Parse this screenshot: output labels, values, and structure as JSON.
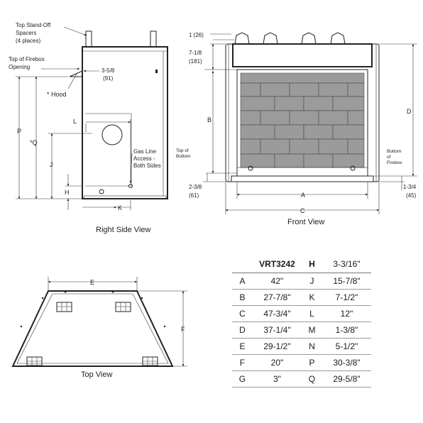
{
  "side_view": {
    "caption": "Right Side View",
    "labels": {
      "standoff": [
        "Top Stand-Off",
        "Spacers",
        "(4 places)"
      ],
      "firebox_top": [
        "Top of Firebox",
        "Opening"
      ],
      "hood": "* Hood",
      "dim_35_8": [
        "3-5/8",
        "(91)"
      ],
      "gas_line": [
        "Gas Line",
        "Access -",
        "Both Sides"
      ],
      "P": "P",
      "Q": "*Q",
      "J": "J",
      "H": "H",
      "L": "L",
      "K": "K"
    }
  },
  "front_view": {
    "caption": "Front View",
    "labels": {
      "dim_1": "1 (26)",
      "dim_7_1_8": [
        "7-1/8",
        "(181)"
      ],
      "dim_2_3_8": [
        "2-3/8",
        "(61)"
      ],
      "dim_1_3_4": [
        "1-3/4",
        "(45)"
      ],
      "top_of_bottom": [
        "Top of",
        "Bottom"
      ],
      "bottom_of_firebox": [
        "Bottom",
        "of",
        "Firebox"
      ],
      "A": "A",
      "B": "B",
      "C": "C",
      "D": "D"
    }
  },
  "top_view": {
    "caption": "Top View",
    "labels": {
      "E": "E",
      "F": "F"
    }
  },
  "dimension_table": {
    "model": "VRT3242",
    "header_right": {
      "letter": "H",
      "value": "3-3/16\""
    },
    "rows": [
      {
        "l1": "A",
        "v1": "42\"",
        "l2": "J",
        "v2": "15-7/8\""
      },
      {
        "l1": "B",
        "v1": "27-7/8\"",
        "l2": "K",
        "v2": "7-1/2\""
      },
      {
        "l1": "C",
        "v1": "47-3/4\"",
        "l2": "L",
        "v2": "12\""
      },
      {
        "l1": "D",
        "v1": "37-1/4\"",
        "l2": "M",
        "v2": "1-3/8\""
      },
      {
        "l1": "E",
        "v1": "29-1/2\"",
        "l2": "N",
        "v2": "5-1/2\""
      },
      {
        "l1": "F",
        "v1": "20\"",
        "l2": "P",
        "v2": "30-3/8\""
      },
      {
        "l1": "G",
        "v1": "3\"",
        "l2": "Q",
        "v2": "29-5/8\""
      }
    ]
  }
}
